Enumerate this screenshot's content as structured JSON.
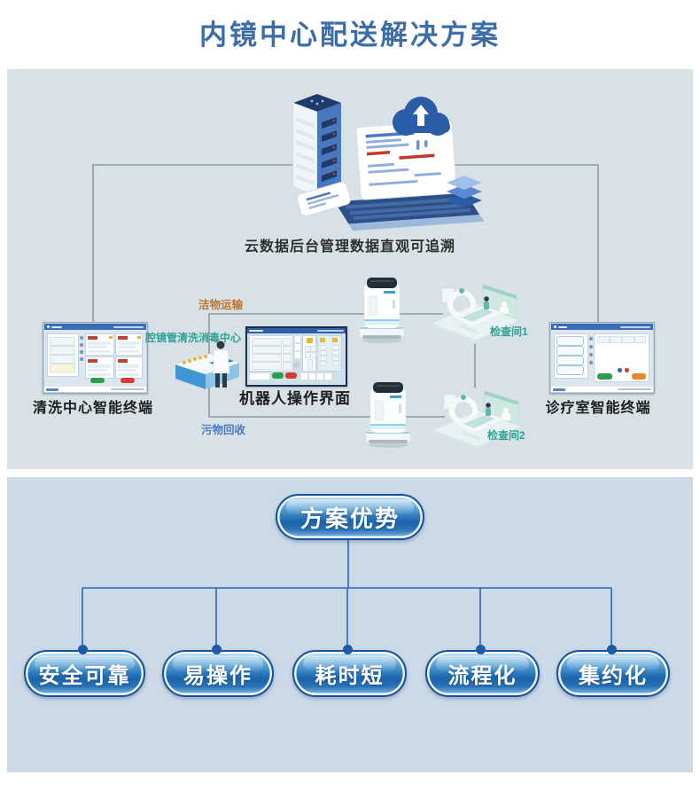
{
  "title": "内镜中心配送解决方案",
  "top_panel": {
    "cloud_caption": "云数据后台管理数据直观可追溯",
    "left_terminal_label": "清洗中心智能终端",
    "disinfect_center_label": "腔镜管清洗消毒中心",
    "robot_ui_label": "机器人操作界面",
    "right_terminal_label": "诊疗室智能终端",
    "clean_route_label": "洁物运输",
    "dirty_route_label": "污物回收",
    "exam_room1_label": "检查间1",
    "exam_room2_label": "检查间2"
  },
  "bottom_panel": {
    "root_label": "方案优势",
    "advantages": [
      "安全可靠",
      "易操作",
      "耗时短",
      "流程化",
      "集约化"
    ]
  },
  "icons": {
    "server": "server-rack-icon",
    "cloud": "cloud-upload-icon",
    "laptop": "laptop-icon",
    "phone": "phone-icon",
    "stack": "data-stack-icon",
    "robot": "delivery-robot-icon",
    "wash_station": "wash-station-icon",
    "exam_room": "exam-room-icon"
  },
  "colors": {
    "title": "#3d6da9",
    "top_panel_bg": "#d8e2e6",
    "bottom_panel_bg": "#ccd9e7",
    "teal_label": "#2fa195",
    "clean_route_label": "#bf7430",
    "dirty_route_label": "#4a7cc0",
    "connector_line": "#8d9aa2",
    "tree_line": "#2469b8",
    "pill_border": "#15539c",
    "screen_header": "#3a6db6"
  }
}
